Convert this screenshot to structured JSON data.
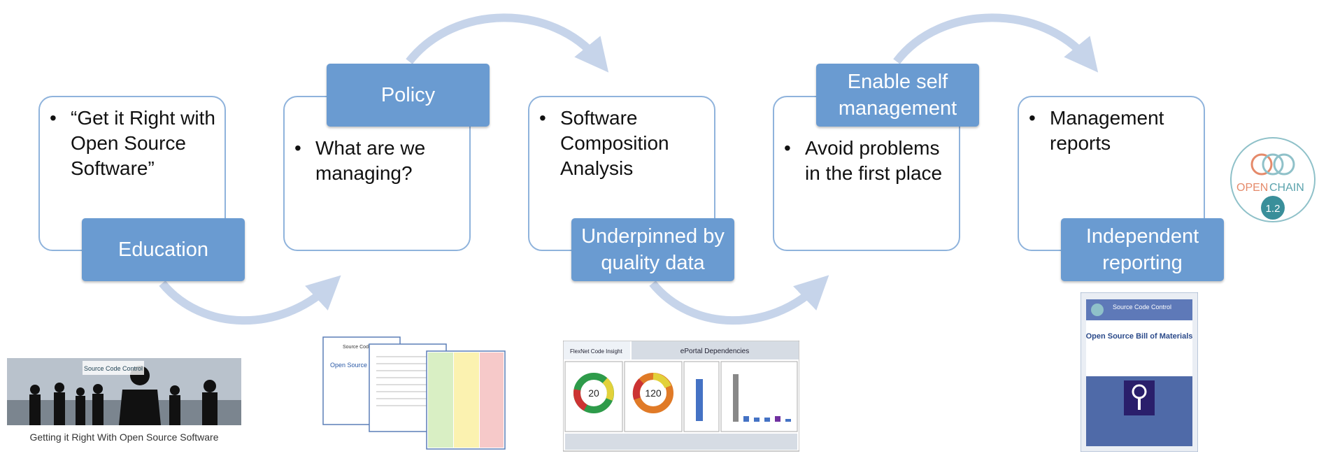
{
  "stages": [
    {
      "bullet": "“Get it Right with Open Source Software”",
      "label": "Education"
    },
    {
      "bullet": "What are we managing?",
      "label": "Policy"
    },
    {
      "bullet": "Software Composition Analysis",
      "label": "Underpinned by quality data"
    },
    {
      "bullet": "Avoid problems in the first place",
      "label": "Enable self management"
    },
    {
      "bullet": "Management reports",
      "label": "Independent reporting"
    }
  ],
  "openchain": {
    "name_open": "OPEN",
    "name_chain": "CHAIN",
    "version": "1.2"
  },
  "thumbs": {
    "education_caption": "Getting it Right With Open Source Software",
    "education_brand": "Source Code Control",
    "policy_brand": "Source Code Control",
    "policy_title": "Open Source Software Policy",
    "dashboard_brand": "FlexNet Code Insight",
    "dashboard_title": "ePortal Dependencies",
    "dashboard_inventory_value": "20",
    "dashboard_vuln_value": "120",
    "sbom_brand": "Source Code Control",
    "sbom_title": "Open Source Bill of Materials"
  },
  "colors": {
    "box_fill": "#6a9bd1",
    "card_border": "#8fb3dc",
    "arrow": "#c6d4ea"
  }
}
